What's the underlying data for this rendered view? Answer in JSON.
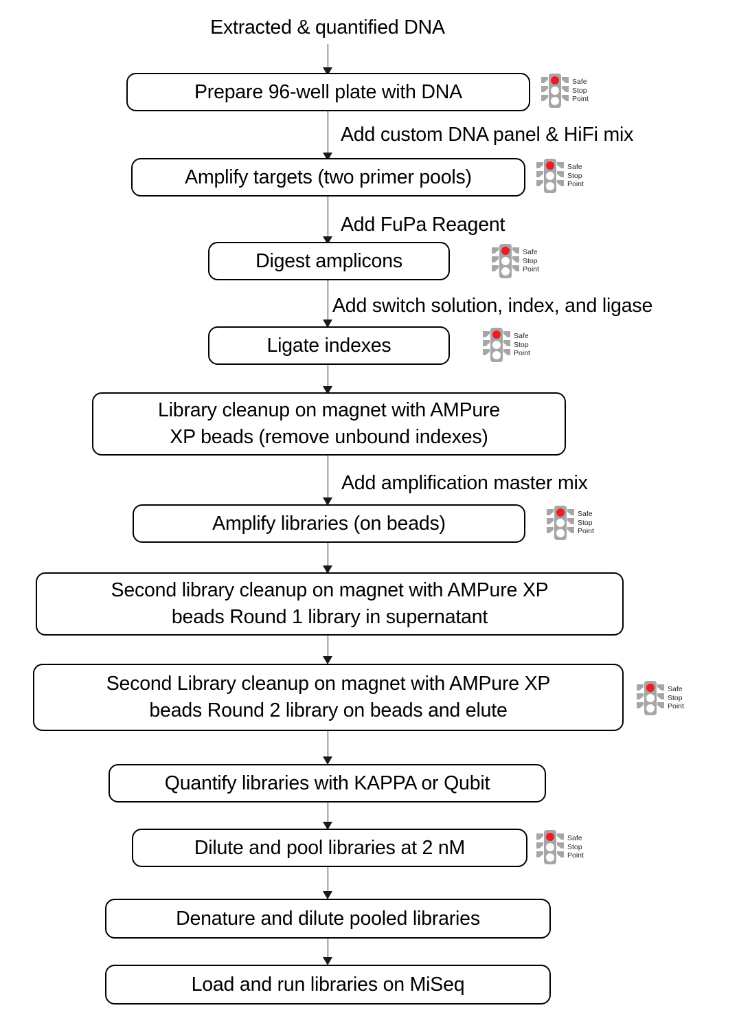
{
  "diagram": {
    "title": "Extracted & quantified DNA",
    "safe_stop_label": "Safe\nStop\nPoint",
    "colors": {
      "stroke": "#000000",
      "connector": "#1a1a1a",
      "traffic_light_body": "#a6a6a6",
      "traffic_light_red": "#ed1c24",
      "traffic_light_off": "#ffffff",
      "background": "#ffffff",
      "text": "#000000"
    },
    "nodes": [
      {
        "id": "prepare-plate",
        "label": "Prepare 96-well plate with DNA",
        "safe_stop": true
      },
      {
        "id": "amplify-targets",
        "label": "Amplify targets (two primer pools)",
        "safe_stop": true
      },
      {
        "id": "digest-amplicons",
        "label": "Digest amplicons",
        "safe_stop": true
      },
      {
        "id": "ligate-indexes",
        "label": "Ligate indexes",
        "safe_stop": true
      },
      {
        "id": "library-cleanup",
        "label": "Library cleanup on magnet with AMPure\nXP beads (remove unbound indexes)",
        "safe_stop": false
      },
      {
        "id": "amplify-libraries",
        "label": "Amplify libraries (on beads)",
        "safe_stop": true
      },
      {
        "id": "second-cleanup-r1",
        "label": "Second library cleanup on magnet with AMPure XP\nbeads Round 1 library in supernatant",
        "safe_stop": false
      },
      {
        "id": "second-cleanup-r2",
        "label": "Second Library cleanup on magnet with AMPure XP\nbeads Round 2 library on beads and elute",
        "safe_stop": true
      },
      {
        "id": "quantify-libraries",
        "label": "Quantify libraries with KAPPA or Qubit",
        "safe_stop": false
      },
      {
        "id": "dilute-pool",
        "label": "Dilute and pool libraries at 2 nM",
        "safe_stop": true
      },
      {
        "id": "denature-dilute",
        "label": "Denature and dilute pooled libraries",
        "safe_stop": false
      },
      {
        "id": "load-run",
        "label": "Load and run libraries on MiSeq",
        "safe_stop": false
      }
    ],
    "edge_labels": [
      {
        "id": "edge-label-panel",
        "text": "Add custom DNA panel & HiFi mix"
      },
      {
        "id": "edge-label-fupa",
        "text": "Add FuPa Reagent"
      },
      {
        "id": "edge-label-switch",
        "text": "Add switch solution, index, and ligase"
      },
      {
        "id": "edge-label-master-mix",
        "text": "Add amplification master mix"
      }
    ]
  }
}
